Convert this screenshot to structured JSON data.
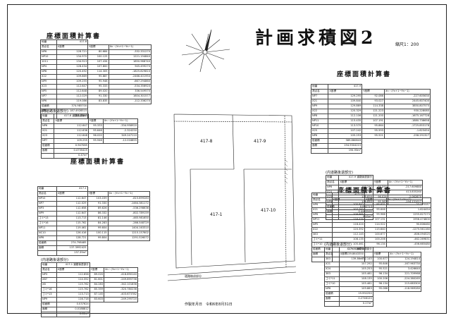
{
  "title": "計画求積図2",
  "scale": "縮尺1：200",
  "footer": "作製年月日　令和6年8月31日",
  "parcels": {
    "p4178": "417-8",
    "p4179": "417-9",
    "p4171": "417-1",
    "p41710": "417-10"
  },
  "legend_road": "道路後退部分",
  "tables": [
    {
      "caption": "座標面積計算書",
      "meta": [
        "地番",
        "417-8"
      ],
      "header": [
        "測点名",
        "X座標",
        "Y座標",
        "Xn・(Yn+1−Yn−1)"
      ],
      "rows": [
        [
          "NP6",
          "128.721",
          "80.684",
          "-332.331270"
        ],
        [
          "NP10",
          "134.970",
          "100.125",
          "1221.194840"
        ],
        [
          "1011",
          "134.913",
          "107.434",
          "1850.968740"
        ],
        [
          "NP4",
          "128.434",
          "107.800",
          "945.499270"
        ],
        [
          "NP8",
          "120.492",
          "114.305",
          "-1825.829810"
        ],
        [
          "X22",
          "109.869",
          "95.887",
          "-2466.401950"
        ],
        [
          "NP9",
          "109.255",
          "95.946",
          "-667.294860"
        ],
        [
          "X23",
          "112.647",
          "95.333",
          "-534.356920"
        ],
        [
          "NP5",
          "112.648",
          "89.020",
          "336.549570"
        ],
        [
          "NP7",
          "112.029",
          "91.330",
          "1604.301577"
        ],
        [
          "NP6",
          "119.086",
          "83.835",
          "-112.336270"
        ]
      ],
      "totals": [
        [
          "倍面積",
          "374.985700"
        ],
        [
          "面積",
          "187.4928515"
        ],
        [
          "",
          "187.49m²"
        ]
      ]
    },
    {
      "caption": "座標面積計算書",
      "meta": [
        "地番",
        "417-9"
      ],
      "header": [
        "測点名",
        "X座標",
        "Y座標",
        "Xn・(Yn+1−Yn−1)"
      ],
      "rows": [
        [
          "NP7",
          "129.295",
          "92.086",
          "-227.605630"
        ],
        [
          "X21",
          "109.840",
          "93.027",
          "2445.607400"
        ],
        [
          "NP9",
          "129.869",
          "114.338",
          "3850.807575"
        ],
        [
          "X22",
          "120.329",
          "121.223",
          "930.228085"
        ],
        [
          "NP8",
          "112.106",
          "121.200",
          "-1675.167728"
        ],
        [
          "NP11",
          "115.435",
          "107.191",
          "-1880.738658"
        ],
        [
          "NP10",
          "113.570",
          "95.864",
          "-1725.853178"
        ],
        [
          "X25",
          "107.242",
          "95.593",
          "-1.623454"
        ],
        [
          "NP6",
          "105.253",
          "95.521",
          "-258.291327"
        ]
      ],
      "totals": [
        [
          "倍面積",
          "389.860843"
        ],
        [
          "面積",
          "194.9304215"
        ],
        [
          "",
          "194.93m²"
        ]
      ]
    },
    {
      "caption": "座標面積計算書",
      "meta": [
        "地番",
        "417-1"
      ],
      "header": [
        "測点名",
        "X座標",
        "Y座標",
        "Xn・(Yn+1−Yn−1)"
      ],
      "rows": [
        [
          "NP10",
          "112.647",
          "103.039",
          "-815.899283"
        ],
        [
          "NP7",
          "112.029",
          "91.330",
          "-1464.381172"
        ],
        [
          "NP3",
          "112.658",
          "89.626",
          "-536.298636"
        ],
        [
          "NP9",
          "112.647",
          "86.332",
          "-802.789159"
        ],
        [
          "ゴミ*13",
          "113.713",
          "81.146",
          "-465.981650"
        ],
        [
          "ゴミ*16",
          "115.762",
          "84.283",
          "-266.548729"
        ],
        [
          "NP11",
          "119.461",
          "99.604",
          "1404.163310"
        ],
        [
          "NC10",
          "126.416",
          "100.115",
          "1215.157602"
        ],
        [
          "NP6",
          "128.721",
          "99.804",
          "1291.526072"
        ]
      ],
      "totals": [
        [
          "倍面積",
          "274.798485"
        ],
        [
          "面積",
          "137.3992425"
        ],
        [
          "",
          "137.39m²"
        ]
      ]
    },
    {
      "caption": "座標面積計算書",
      "meta": [
        "地番",
        "417-10"
      ],
      "header": [
        "測点名",
        "X座標",
        "Y座標",
        "Xn・(Yn+1−Yn−1)"
      ],
      "rows": [
        [
          "NP6",
          "105.842",
          "95.631",
          "-22.725087"
        ],
        [
          "X21",
          "107.292",
          "95.646",
          "1.624454"
        ],
        [
          "NP6",
          "109.965",
          "95.966",
          "1255.827273"
        ],
        [
          "NP11",
          "116.430",
          "107.131",
          "1956.474800"
        ],
        [
          "NP5",
          "118.420",
          "114.522",
          "90.806460"
        ],
        [
          "X22",
          "120.392",
          "115.640",
          "-1275.561160"
        ],
        [
          "383",
          "112.145",
          "100.677",
          "-806.094525"
        ],
        [
          "ゴミ*11",
          "108.135",
          "100.206",
          "-462.269831"
        ],
        [
          "ゴミ*10",
          "105.461",
          "96.134",
          "-456.665480"
        ]
      ],
      "totals": [
        [
          "倍面積",
          "279.728670"
        ],
        [
          "面積",
          "139.8643350"
        ],
        [
          "",
          "139.86m²"
        ]
      ]
    },
    {
      "caption": "(内道路後退部分)",
      "meta": [
        "地番",
        "417-8 道路後退部分"
      ],
      "header": [
        "測点名",
        "X座標",
        "Y座標",
        "Xn・(Yn+1−Yn−1)"
      ],
      "rows": [
        [
          "NP6",
          "112.647",
          "95.333",
          "-334.958920"
        ],
        [
          "X21",
          "112.636",
          "95.646",
          "-2.324250"
        ],
        [
          "X23",
          "112.648",
          "96.020",
          "349.247110"
        ],
        [
          "NP7",
          "109.255",
          "95.946",
          "-12.016855"
        ]
      ],
      "totals": [
        [
          "倍面積",
          "0.947085"
        ],
        [
          "面積",
          "0.4735425"
        ],
        [
          "",
          "0.47m²"
        ]
      ]
    },
    {
      "caption": "(内道路後退部分)",
      "meta": [
        "地番",
        "417-9 道路後退部分"
      ],
      "header": [
        "測点名",
        "X座標",
        "Y座標",
        "Xn・(Yn+1−Yn−1)"
      ],
      "rows": [
        [
          "NP6",
          "107.242",
          "95.593",
          "-217.609880"
        ],
        [
          "X24",
          "105.253",
          "95.521",
          "413.835260"
        ],
        [
          "X25",
          "105.859",
          "96.026",
          "-2.062870"
        ],
        [
          "NP8",
          "109.840",
          "95.583",
          "-194.131017"
        ]
      ],
      "totals": [
        [
          "倍面積",
          "0.892713"
        ],
        [
          "面積",
          "0.4463565"
        ],
        [
          "",
          "0.45m²"
        ]
      ]
    },
    {
      "caption": "(内道路後退部分)",
      "meta": [
        "地番",
        "417-1 道路後退部分"
      ],
      "header": [
        "測点名",
        "X座標",
        "Y座標",
        "Xn・(Yn+1−Yn−1)"
      ],
      "rows": [
        [
          "NP3",
          "112.658",
          "89.020",
          "-418.890140"
        ],
        [
          "X87",
          "114.352",
          "81.601",
          "-249.895736"
        ],
        [
          "X8",
          "115.762",
          "84.283",
          "-342.101836"
        ],
        [
          "ゴミ*16",
          "115.762",
          "85.359",
          "-320.780236"
        ],
        [
          "ゴミ*13",
          "113.713",
          "87.145",
          "-403.673782"
        ],
        [
          "NP9",
          "116.718",
          "83.603",
          "-249.295720"
        ]
      ],
      "totals": [
        [
          "倍面積",
          "0.037624"
        ],
        [
          "面積",
          "0.0188812"
        ],
        [
          "",
          "0.02m²"
        ]
      ]
    },
    {
      "caption": "(内道路後退部分)",
      "meta": [
        "地番",
        "417-10 道路後退部分"
      ],
      "header": [
        "測点名",
        "X座標",
        "Y座標",
        "Xn・(Yn+1−Yn−1)"
      ],
      "rows": [
        [
          "383",
          "112.145",
          "100.677",
          "124.194814"
        ],
        [
          "X21",
          "107.292",
          "95.646",
          "-167.963730"
        ],
        [
          "X24",
          "105.253",
          "95.521",
          "3.426640"
        ],
        [
          "383",
          "105.461",
          "96.134",
          "221.709968"
        ],
        [
          "ゴミ*11",
          "108.135",
          "100.206",
          "-224.380265"
        ],
        [
          "ゴミ*10",
          "105.461",
          "96.134",
          "215.683300"
        ],
        [
          "NP6",
          "109.863",
          "95.066",
          "-118.969280"
        ]
      ],
      "totals": [
        [
          "倍面積",
          "19.992250"
        ],
        [
          "面積",
          "0.2746120"
        ],
        [
          "",
          "0.27m²"
        ]
      ]
    }
  ]
}
